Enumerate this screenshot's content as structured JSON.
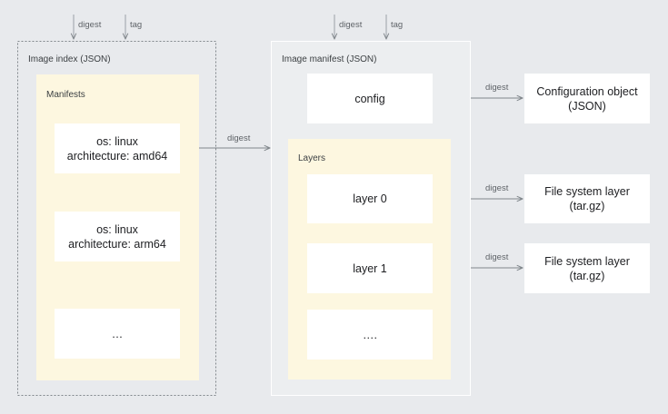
{
  "top_labels": {
    "index_digest": "digest",
    "index_tag": "tag",
    "manifest_digest": "digest",
    "manifest_tag": "tag"
  },
  "image_index": {
    "title": "Image index (JSON)",
    "manifests_title": "Manifests",
    "entries": [
      {
        "lines": "os: linux\narchitecture: amd64"
      },
      {
        "lines": "os: linux\narchitecture: arm64"
      },
      {
        "lines": "…"
      }
    ]
  },
  "index_to_manifest_label": "digest",
  "image_manifest": {
    "title": "Image manifest (JSON)",
    "config_label": "config",
    "layers_title": "Layers",
    "layers": [
      "layer 0",
      "layer 1",
      "…."
    ]
  },
  "targets": [
    {
      "edge_label": "digest",
      "lines": "Configuration object\n(JSON)"
    },
    {
      "edge_label": "digest",
      "lines": "File system layer\n(tar.gz)"
    },
    {
      "edge_label": "digest",
      "lines": "File system layer\n(tar.gz)"
    }
  ],
  "colors": {
    "background": "#e8eaed",
    "panel": "#fdf7e0",
    "box": "#ffffff",
    "arrow": "#80868b"
  }
}
